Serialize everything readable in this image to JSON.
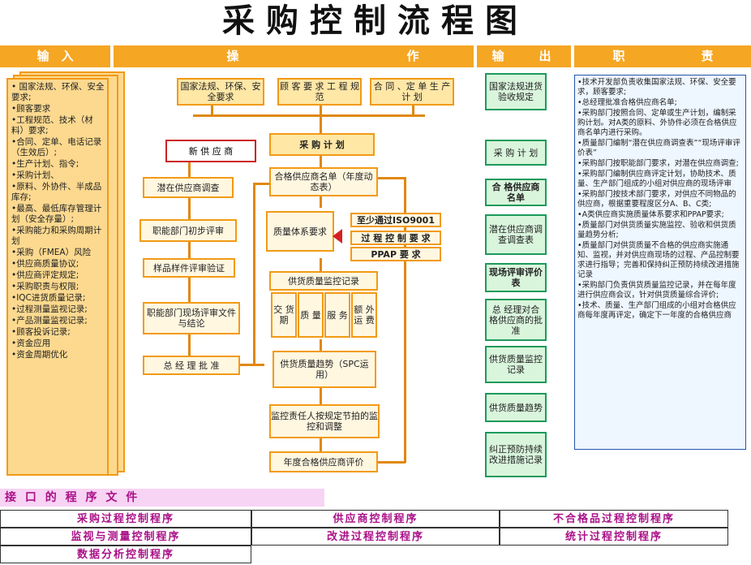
{
  "title": "采购控制流程图",
  "headers": {
    "input": "输　入",
    "operation1": "操",
    "operation2": "作",
    "output1": "输",
    "output2": "出",
    "duty1": "职",
    "duty2": "责"
  },
  "inputs": [
    "• 国家法规、环保、安全要求;",
    "•顾客要求",
    "•工程规范、技术（材料）要求;",
    "•合同、定单、电话记录（生效后）;",
    "•生产计划、指令;",
    "•采购计划、",
    "•原料、外协件、半成品库存;",
    "•最高、最低库存管理计划（安全存量）;",
    "•采购能力和采购周期计划",
    "•采购（FMEA）风险",
    "•供应商质量协议;",
    "•供应商评定规定;",
    "•采购职责与权限;",
    "•IQC进货质量记录;",
    "•过程测量监视记录;",
    "•产品测量监视记录;",
    "•顾客投诉记录;",
    "•资金应用",
    "•资金周期优化"
  ],
  "flow": {
    "top1": "国家法规、环保、安全要求",
    "top2": "顾 客 要 求 工 程 规 范",
    "top3": "合 同 、定 单 生 产 计 划",
    "plan": "采 购 计 划",
    "new_supplier": "新 供 应 商",
    "potential_survey": "潜在供应商调查",
    "qualified_list": "合格供应商名单（年度动态表）",
    "dept_review": "职能部门初步评审",
    "qs_req": "质量体系要求",
    "iso": "至少通过ISO9001",
    "process_req": "过 程 控 制 要 求",
    "ppap": "PPAP 要 求",
    "sample_verify": "样品样件评审验证",
    "monitor_record": "供货质量监控记录",
    "m1": "交 货 期",
    "m2": "质 量",
    "m3": "服 务",
    "m4": "额 外 运 费",
    "site_review": "职能部门现场评审文件与结论",
    "gm_approve": "总 经 理 批 准",
    "trend": "供货质量趋势（SPC运用）",
    "adjust": "监控责任人按规定节拍的监控和调整",
    "annual": "年度合格供应商评价"
  },
  "outputs": [
    "国家法规进货验收规定",
    "采 购 计 划",
    "合 格供应商名单",
    "潜在供应商调查调查表",
    "现场评审评价表",
    "总 经理对合格供应商的批准",
    "供货质量监控记录",
    "供货质量趋势",
    "纠正预防持续改进措施记录"
  ],
  "duties": [
    "•技术开发部负责收集国家法规、环保、安全要求，顾客要求;",
    "•总经理批准合格供应商名单;",
    "•采购部门按照合同、定单或生产计划，编制采购计划。对A类的原料、外协件必须在合格供应商名单内进行采购。",
    "•质量部门编制“潜在供应商调查表”“现场评审评价表”",
    "•采购部门按职能部门要求，对潜在供应商调查;",
    "•采购部门编制供应商评定计划，协助技术、质量、生产部门组成的小组对供应商的现场评审",
    "•采购部门按技术部门要求，对供应不同物品的供应商，根据重要程度区分A、B、C类;",
    "•A类供应商实施质量体系要求和PPAP要求;",
    "•质量部门对供货质量实施监控、验收和供货质量趋势分析;",
    "•质量部门对供货质量不合格的供应商实施通知、监视，并对供应商现场的过程、产品控制要求进行指导；完善和保持纠正预防持续改进措施记录",
    "•采购部门负责供货质量监控记录，并在每年度进行供应商会议，针对供货质量综合评价;",
    "•技术、质量、生产部门组成的小组对合格供应商每年度再评定，确定下一年度的合格供应商"
  ],
  "interface": {
    "title": "接 口 的 程 序 文 件",
    "procs": [
      "采购过程控制程序",
      "供应商控制程序",
      "不合格品过程控制程序",
      "监视与测量控制程序",
      "改进过程控制程序",
      "统计过程控制程序",
      "数据分析控制程序"
    ]
  }
}
